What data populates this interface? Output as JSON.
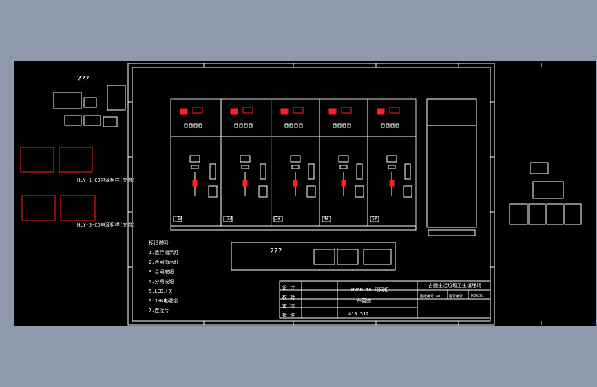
{
  "canvas": {
    "background": "#000000",
    "outer_background": "#8e99ab"
  },
  "colors": {
    "line": "#ffffff",
    "accent": "#ff2020",
    "panel_border": "#d9d9d9"
  },
  "left_thumbnails": {
    "group_label": "???",
    "cabinet_1_label": "HLY-1-CD电源柜样(交流)",
    "cabinet_2_label": "HLY-3-CD电源柜样(交流)"
  },
  "drawing": {
    "legend_title": "标记说明:",
    "legend_items": [
      "1.运行指示灯",
      "2.合闸指示灯",
      "3.合闸按钮",
      "4.分闸按钮",
      "5.LED开关",
      "6.JHK电磁锁",
      "7.连接片"
    ],
    "bottom_box_label": "???",
    "front_panel_labels": [
      "1#",
      "2#",
      "3#",
      "4#",
      "5#"
    ]
  },
  "title_block": {
    "rows": [
      "设 计",
      "校 对",
      "审 核",
      "批 准"
    ],
    "product": "HXGN-10 环网柜",
    "drawing_name": "布置图",
    "drawing_no": "A10  512",
    "company": "吉图生活垃圾卫生填埋场",
    "field_1": "图纸编号 A01",
    "field_2": "图号编号",
    "field_3": "HX09281"
  }
}
